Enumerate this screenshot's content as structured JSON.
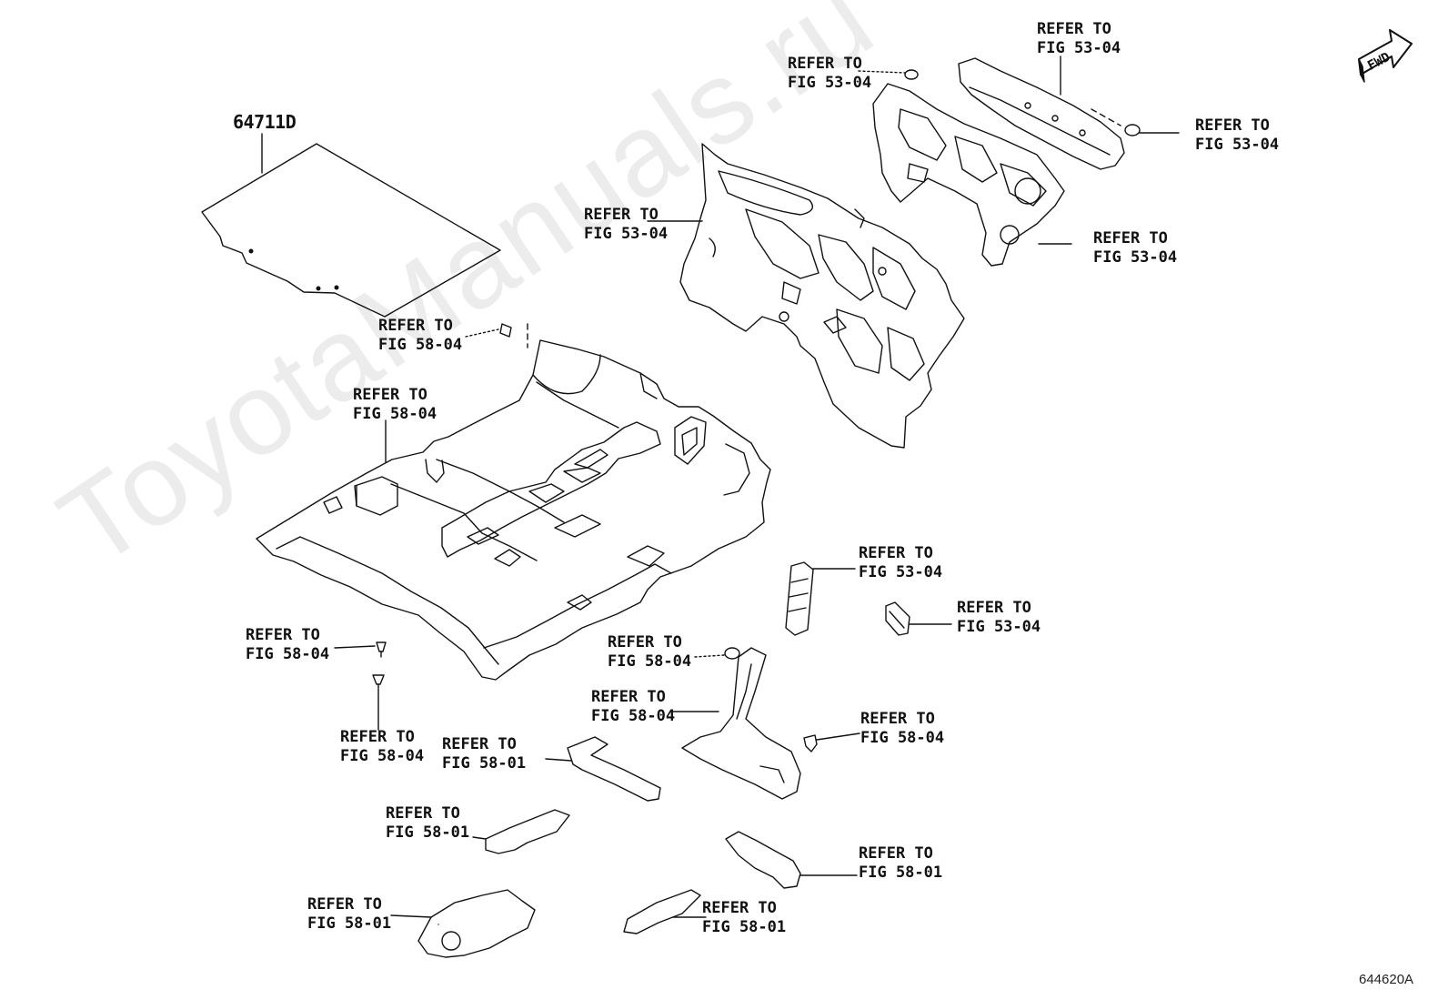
{
  "watermark": "ToyotaManuals.ru",
  "diagram_id": "644620A",
  "fwd_label": "FWD",
  "part_number": "64711D",
  "callouts": [
    {
      "id": "c01",
      "line1": "REFER TO",
      "line2": "FIG 53-04"
    },
    {
      "id": "c02",
      "line1": "REFER TO",
      "line2": "FIG 53-04"
    },
    {
      "id": "c03",
      "line1": "REFER TO",
      "line2": "FIG 53-04"
    },
    {
      "id": "c04",
      "line1": "REFER TO",
      "line2": "FIG 53-04"
    },
    {
      "id": "c05",
      "line1": "REFER TO",
      "line2": "FIG 53-04"
    },
    {
      "id": "c06",
      "line1": "REFER TO",
      "line2": "FIG 58-04"
    },
    {
      "id": "c07",
      "line1": "REFER TO",
      "line2": "FIG 58-04"
    },
    {
      "id": "c08",
      "line1": "REFER TO",
      "line2": "FIG 53-04"
    },
    {
      "id": "c09",
      "line1": "REFER TO",
      "line2": "FIG 53-04"
    },
    {
      "id": "c10",
      "line1": "REFER TO",
      "line2": "FIG 58-04"
    },
    {
      "id": "c11",
      "line1": "REFER TO",
      "line2": "FIG 58-04"
    },
    {
      "id": "c12",
      "line1": "REFER TO",
      "line2": "FIG 58-04"
    },
    {
      "id": "c13",
      "line1": "REFER TO",
      "line2": "FIG 58-04"
    },
    {
      "id": "c14",
      "line1": "REFER TO",
      "line2": "FIG 58-01"
    },
    {
      "id": "c15",
      "line1": "REFER TO",
      "line2": "FIG 58-04"
    },
    {
      "id": "c16",
      "line1": "REFER TO",
      "line2": "FIG 58-01"
    },
    {
      "id": "c17",
      "line1": "REFER TO",
      "line2": "FIG 58-01"
    },
    {
      "id": "c18",
      "line1": "REFER TO",
      "line2": "FIG 58-01"
    },
    {
      "id": "c19",
      "line1": "REFER TO",
      "line2": "FIG 58-01"
    }
  ]
}
